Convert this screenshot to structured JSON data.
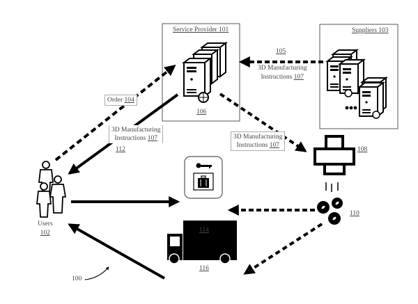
{
  "figure": {
    "id": "100",
    "service_provider": {
      "title": "Service Provider",
      "ref": "101",
      "server_ref": "106"
    },
    "suppliers": {
      "title": "Suppliers",
      "ref": "103"
    },
    "users": {
      "label": "Users",
      "ref": "102"
    },
    "order": {
      "label": "Order",
      "ref": "104"
    },
    "supplier_flow": {
      "ref": "105",
      "line1": "3D Manufacturing",
      "line2": "Instructions",
      "ref2": "107"
    },
    "provider_to_user": {
      "line1": "3D Manufacturing",
      "line2": "Instructions",
      "ref": "107",
      "arrow_ref": "112"
    },
    "provider_to_printer": {
      "line1": "3D Manufacturing",
      "line2": "Instructions",
      "ref": "107"
    },
    "printer": {
      "ref": "108"
    },
    "gears": {
      "ref": "110"
    },
    "locker": {
      "ref": "114"
    },
    "truck": {
      "ref": "116"
    }
  }
}
